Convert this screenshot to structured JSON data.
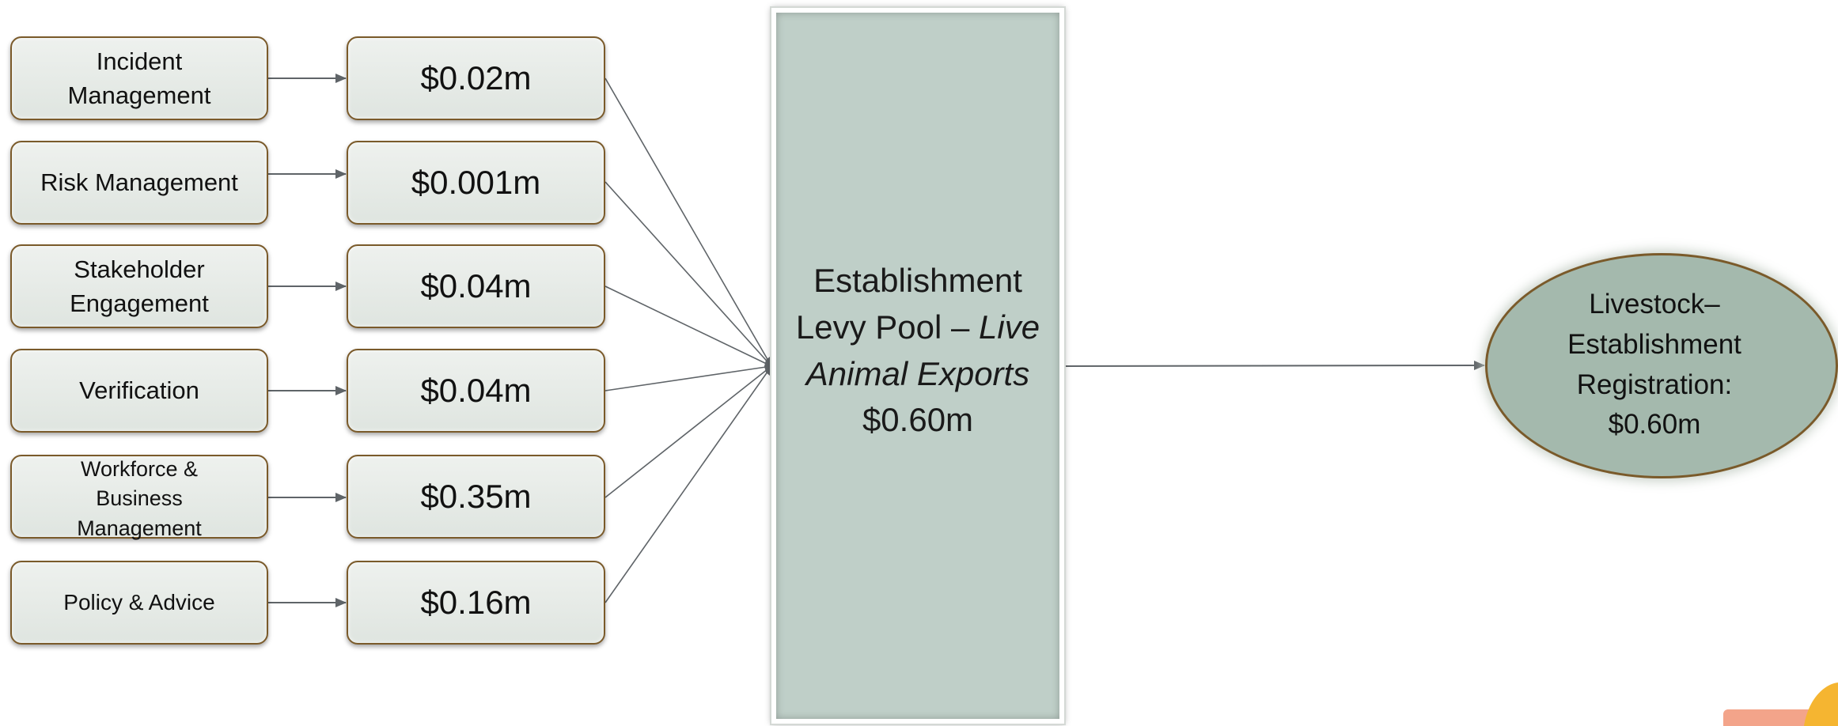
{
  "activities": [
    {
      "name": "Incident\nManagement",
      "cost": "$0.02m"
    },
    {
      "name": "Risk Management",
      "cost": "$0.001m"
    },
    {
      "name": "Stakeholder\nEngagement",
      "cost": "$0.04m"
    },
    {
      "name": "Verification",
      "cost": "$0.04m"
    },
    {
      "name": "Workforce &\nBusiness\nManagement",
      "cost": "$0.35m"
    },
    {
      "name": "Policy & Advice",
      "cost": "$0.16m"
    }
  ],
  "pool": {
    "line1": "Establishment",
    "line2_plain": "Levy Pool – ",
    "line2_italic": "Live",
    "line3_italic": "Animal Exports",
    "amount": "$0.60m"
  },
  "output": {
    "line1": "Livestock–",
    "line2": "Establishment",
    "line3": "Registration:",
    "line4": "$0.60m"
  },
  "colors": {
    "box_fill": "#e4e9e5",
    "box_border": "#7a5a2a",
    "pool_fill": "#bfcfc8",
    "ellipse_fill": "#a4b9ad",
    "connector": "#5f6468"
  }
}
